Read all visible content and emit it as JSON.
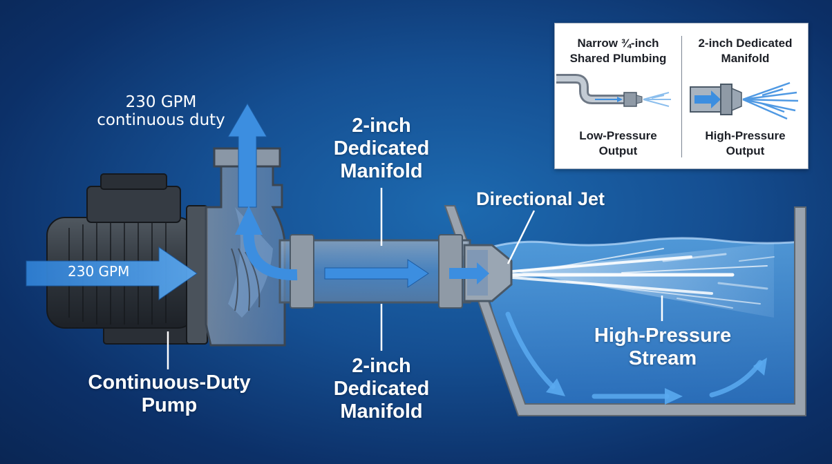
{
  "labels": {
    "flow_rate_top_line1": "230 GPM",
    "flow_rate_top_line2": "continuous duty",
    "flow_rate_inlet": "230 GPM",
    "manifold_top_line1": "2-inch",
    "manifold_top_line2": "Dedicated",
    "manifold_top_line3": "Manifold",
    "manifold_bottom_line1": "2-inch",
    "manifold_bottom_line2": "Dedicated",
    "manifold_bottom_line3": "Manifold",
    "directional_jet": "Directional Jet",
    "pump_line1": "Continuous-Duty",
    "pump_line2": "Pump",
    "stream_line1": "High-Pressure",
    "stream_line2": "Stream"
  },
  "inset": {
    "left_title_line1": "Narrow ¾-inch",
    "left_title_line2": "Shared Plumbing",
    "right_title_line1": "2-inch Dedicated",
    "right_title_line2": "Manifold",
    "left_caption_line1": "Low-Pressure",
    "left_caption_line2": "Output",
    "right_caption_line1": "High-Pressure",
    "right_caption_line2": "Output"
  },
  "colors": {
    "background": "#154f92",
    "water": "#4a93d6",
    "flow_arrow": "#3c8ee0",
    "metal": "#8f96a0",
    "inset_background": "#ffffff"
  }
}
